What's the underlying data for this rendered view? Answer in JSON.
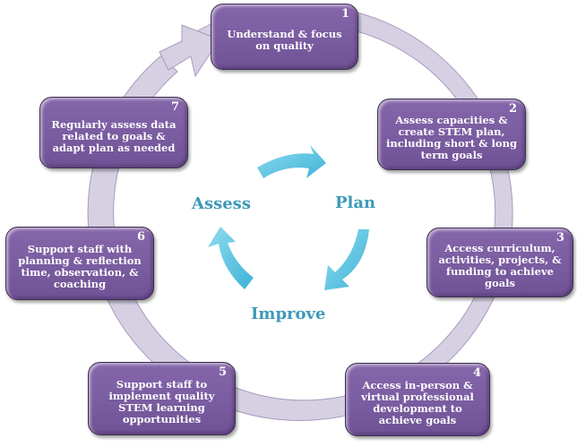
{
  "colors": {
    "box_fill": "#7a5ca0",
    "box_border": "#3b2d4f",
    "ring_fill": "#d6d0e2",
    "ring_stroke": "#a79cbd",
    "cycle_arrow": "#5cc3e0",
    "cycle_text": "#3e9ab8"
  },
  "steps": [
    {
      "number": "1",
      "text": "Understand & focus on quality"
    },
    {
      "number": "2",
      "text": "Assess capacities & create STEM plan, including short & long term goals"
    },
    {
      "number": "3",
      "text": "Access curriculum, activities, projects, & funding to achieve goals"
    },
    {
      "number": "4",
      "text": "Access in-person & virtual professional development to achieve goals"
    },
    {
      "number": "5",
      "text": "Support staff to implement quality STEM learning opportunities"
    },
    {
      "number": "6",
      "text": "Support staff with planning & reflection time, observation, & coaching"
    },
    {
      "number": "7",
      "text": "Regularly assess data related to goals & adapt plan as needed"
    }
  ],
  "cycle": {
    "plan": "Plan",
    "improve": "Improve",
    "assess": "Assess"
  }
}
